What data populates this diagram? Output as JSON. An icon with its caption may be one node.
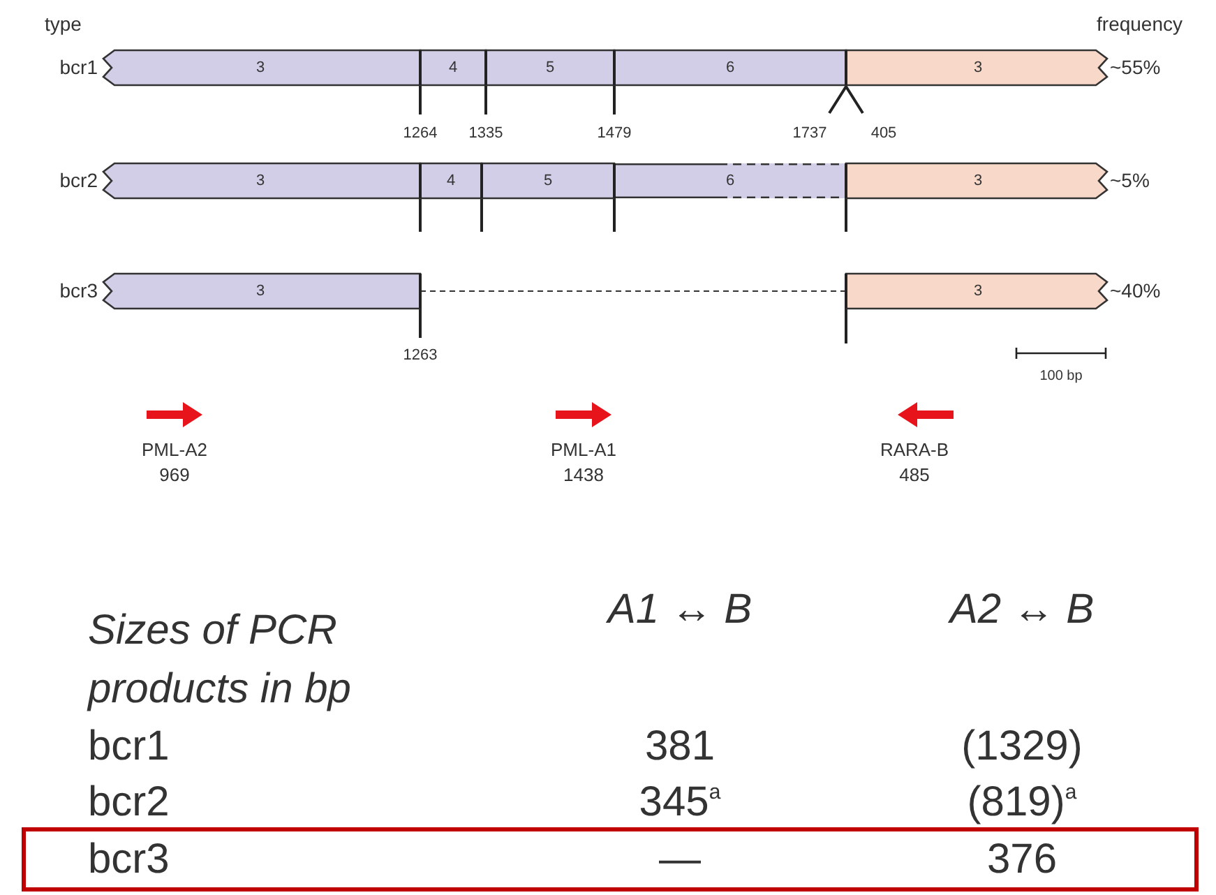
{
  "diagram": {
    "nodes": [
      {
        "text": [
          "3"
        ]
      },
      {
        "text": [
          "4"
        ]
      },
      {
        "text": [
          "5"
        ]
      },
      {
        "text": [
          "6"
        ]
      },
      {
        "text": [
          "3"
        ]
      },
      {
        "text": [
          "3"
        ]
      },
      {
        "text": [
          "4"
        ]
      },
      {
        "text": [
          "5"
        ]
      },
      {
        "text": [
          "6"
        ]
      },
      {
        "text": [
          "3"
        ]
      },
      {
        "text": [
          "3"
        ]
      },
      {
        "text": [
          "3"
        ]
      }
    ],
    "edges": [
      {
        "from": 10,
        "to": 11,
        "arrow": "none",
        "style": "dashed"
      }
    ],
    "labels": [
      "type",
      "frequency",
      "bcr1",
      "~55%",
      "1264",
      "1335",
      "1479",
      "1737",
      "405",
      "bcr2",
      "~5%",
      "bcr3",
      "~40%",
      "1263",
      "100 bp",
      "PML-A2",
      "969",
      "PML-A1",
      "1438",
      "RARA-B",
      "485",
      "Sizes of PCR products in bp",
      "A1 ↔ B",
      "A2 ↔ B",
      "bcr1",
      "381",
      "(1329)",
      "bcr2",
      "345$^{a}$",
      "(819)$^{a}$",
      "bcr3",
      "—",
      "376"
    ]
  }
}
